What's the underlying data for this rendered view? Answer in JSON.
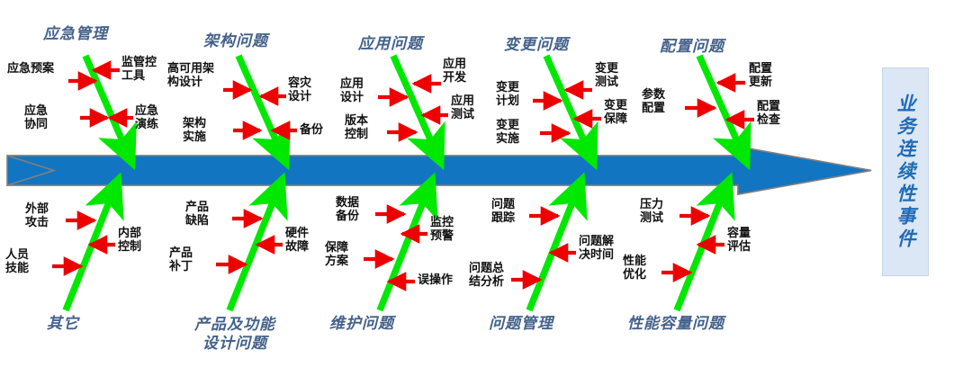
{
  "diagram": {
    "type": "fishbone",
    "title": "业务连续性事件鱼骨图",
    "head_label": "业务连续性事件",
    "colors": {
      "spine": "#1175c2",
      "spine_outline": "#7f7f7f",
      "branch": "#00e800",
      "cause_arrow": "#ee0000",
      "category_text": "#44618a",
      "head_text": "#1f6bb5",
      "head_box_fill": "#dce7f5",
      "cause_text": "#111111"
    }
  },
  "top_branches": [
    {
      "title": "应急管理",
      "causes": [
        "应急预案",
        "监管控工具",
        "应急协同",
        "应急演练"
      ]
    },
    {
      "title": "架构问题",
      "causes": [
        "高可用架构设计",
        "容灾设计",
        "架构实施",
        "备份"
      ]
    },
    {
      "title": "应用问题",
      "causes": [
        "应用设计",
        "应用开发",
        "版本控制",
        "应用测试"
      ]
    },
    {
      "title": "变更问题",
      "causes": [
        "变更计划",
        "变更测试",
        "变更实施",
        "变更保障"
      ]
    },
    {
      "title": "配置问题",
      "causes": [
        "参数配置",
        "配置更新",
        "配置检查"
      ]
    }
  ],
  "bottom_branches": [
    {
      "title": "其它",
      "causes": [
        "外部攻击",
        "内部控制",
        "人员技能"
      ]
    },
    {
      "title": "产品及功能设计问题",
      "title_line1": "产品及功能",
      "title_line2": "设计问题",
      "causes": [
        "产品缺陷",
        "硬件故障",
        "产品补丁"
      ]
    },
    {
      "title": "维护问题",
      "causes": [
        "数据备份",
        "监控预警",
        "保障方案",
        "误操作"
      ]
    },
    {
      "title": "问题管理",
      "causes": [
        "问题跟踪",
        "问题解决时间",
        "问题总结分析"
      ]
    },
    {
      "title": "性能容量问题",
      "causes": [
        "压力测试",
        "容量评估",
        "性能优化"
      ]
    }
  ],
  "labels": {
    "t1_c1": "应急预案",
    "t1_c2_a": "监管控",
    "t1_c2_b": "工具",
    "t1_c3_a": "应急",
    "t1_c3_b": "协同",
    "t1_c4_a": "应急",
    "t1_c4_b": "演练",
    "t2_c1_a": "高可用架",
    "t2_c1_b": "构设计",
    "t2_c2_a": "容灾",
    "t2_c2_b": "设计",
    "t2_c3_a": "架构",
    "t2_c3_b": "实施",
    "t2_c4": "备份",
    "t3_c1_a": "应用",
    "t3_c1_b": "设计",
    "t3_c2_a": "应用",
    "t3_c2_b": "开发",
    "t3_c3_a": "版本",
    "t3_c3_b": "控制",
    "t3_c4_a": "应用",
    "t3_c4_b": "测试",
    "t4_c1_a": "变更",
    "t4_c1_b": "计划",
    "t4_c2_a": "变更",
    "t4_c2_b": "测试",
    "t4_c3_a": "变更",
    "t4_c3_b": "实施",
    "t4_c4_a": "变更",
    "t4_c4_b": "保障",
    "t5_c1_a": "参数",
    "t5_c1_b": "配置",
    "t5_c2_a": "配置",
    "t5_c2_b": "更新",
    "t5_c3_a": "配置",
    "t5_c3_b": "检查",
    "b1_c1_a": "外部",
    "b1_c1_b": "攻击",
    "b1_c2_a": "内部",
    "b1_c2_b": "控制",
    "b1_c3_a": "人员",
    "b1_c3_b": "技能",
    "b2_c1_a": "产品",
    "b2_c1_b": "缺陷",
    "b2_c2_a": "硬件",
    "b2_c2_b": "故障",
    "b2_c3_a": "产品",
    "b2_c3_b": "补丁",
    "b3_c1_a": "数据",
    "b3_c1_b": "备份",
    "b3_c2_a": "监控",
    "b3_c2_b": "预警",
    "b3_c3_a": "保障",
    "b3_c3_b": "方案",
    "b3_c4": "误操作",
    "b4_c1_a": "问题",
    "b4_c1_b": "跟踪",
    "b4_c2_a": "问题解",
    "b4_c2_b": "决时间",
    "b4_c3_a": "问题总",
    "b4_c3_b": "结分析",
    "b5_c1_a": "压力",
    "b5_c1_b": "测试",
    "b5_c2_a": "容量",
    "b5_c2_b": "评估",
    "b5_c3_a": "性能",
    "b5_c3_b": "优化"
  }
}
